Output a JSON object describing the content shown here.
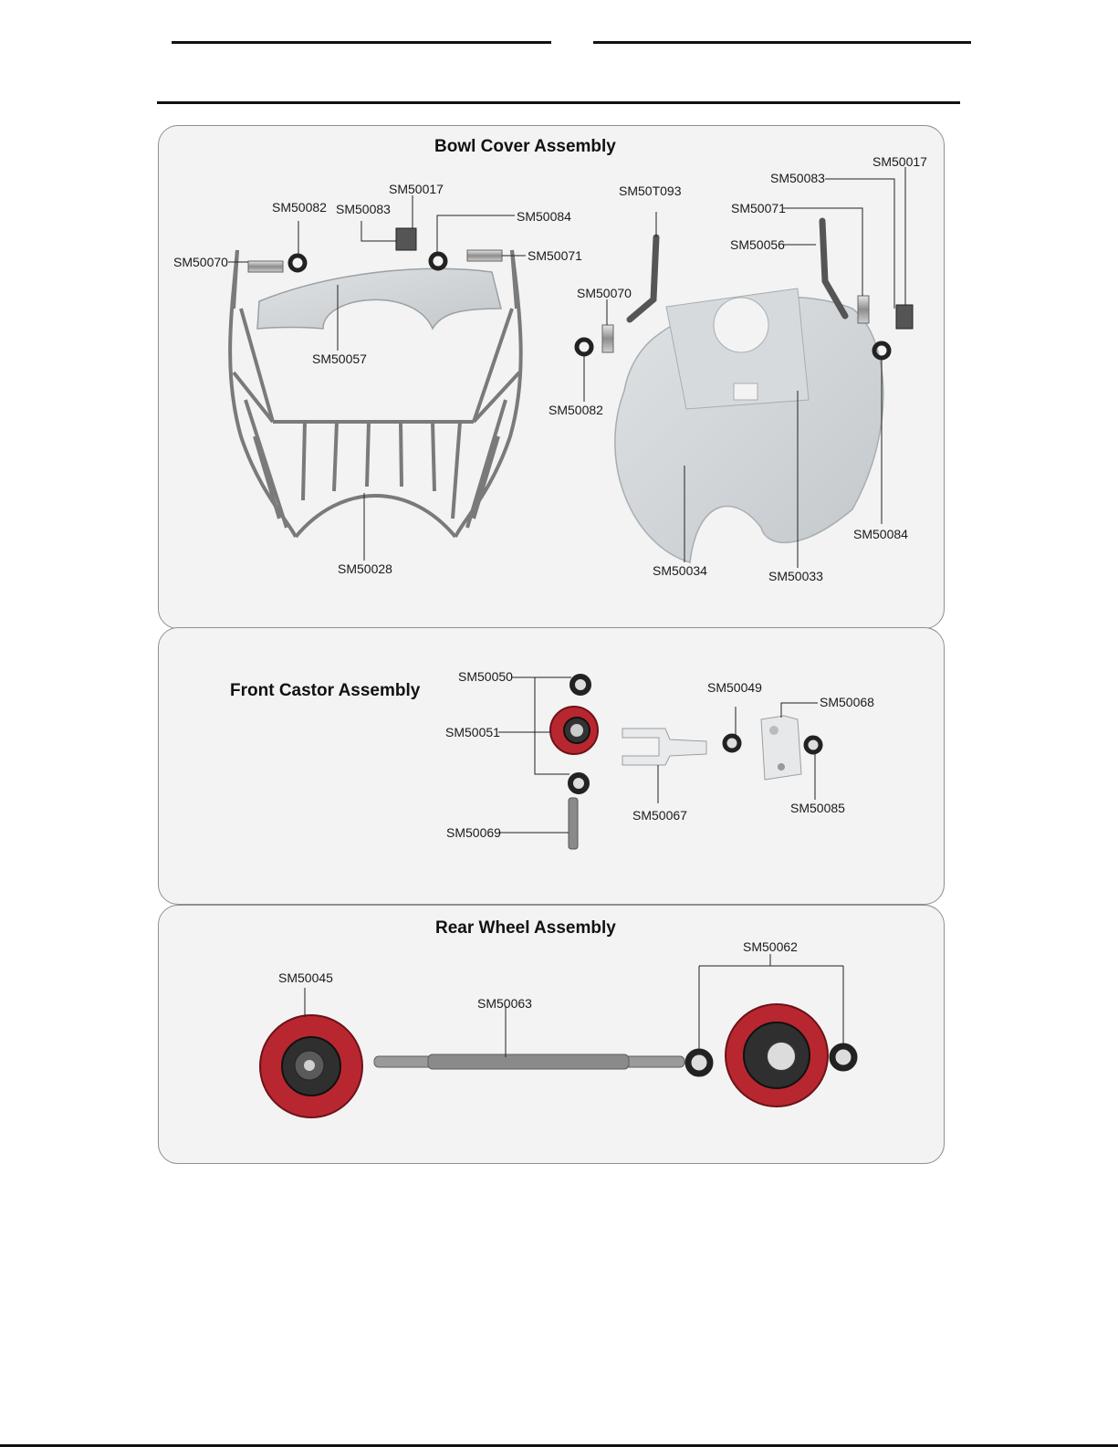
{
  "bowl": {
    "title": "Bowl Cover Assembly",
    "labels": [
      "SM50082",
      "SM50083",
      "SM50017",
      "SM50084",
      "SM50070",
      "SM50071",
      "SM50057",
      "SM50028",
      "SM50T093",
      "SM50083",
      "SM50017",
      "SM50071",
      "SM50056",
      "SM50070",
      "SM50082",
      "SM50034",
      "SM50033",
      "SM50084"
    ]
  },
  "castor": {
    "title": "Front Castor Assembly",
    "labels": [
      "SM50050",
      "SM50051",
      "SM50069",
      "SM50049",
      "SM50068",
      "SM50067",
      "SM50085"
    ]
  },
  "rear": {
    "title": "Rear Wheel Assembly",
    "labels": [
      "SM50045",
      "SM50063",
      "SM50062"
    ]
  },
  "colors": {
    "wheel_red": "#b8272f",
    "panel_bg": "#f3f3f3",
    "border": "#8f8f8f"
  }
}
